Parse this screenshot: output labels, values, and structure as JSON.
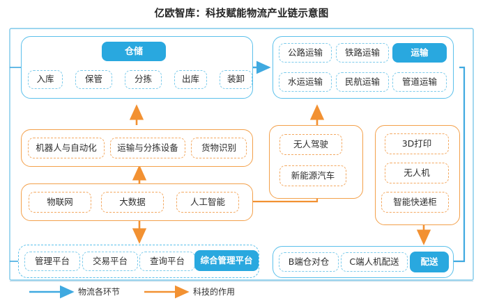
{
  "title": "亿欧智库：科技赋能物流产业链示意图",
  "colors": {
    "blue_accent": "#29A8DF",
    "blue_line": "#3FA9E0",
    "blue_border": "#5BC0EB",
    "orange": "#F29132",
    "orange_border": "#F3A04A",
    "text": "#2c2c2c"
  },
  "warehouse": {
    "header": "仓储",
    "steps": [
      "入库",
      "保管",
      "分拣",
      "出库",
      "装卸"
    ]
  },
  "transport": {
    "header": "运输",
    "modes_row1": [
      "公路运输",
      "铁路运输"
    ],
    "modes_row2": [
      "水运运输",
      "民航运输",
      "管道运输"
    ]
  },
  "tech_warehouse": {
    "items": [
      "机器人与自动化",
      "运输与分拣设备",
      "货物识别"
    ]
  },
  "tech_transport": {
    "items": [
      "无人驾驶",
      "新能源汽车"
    ]
  },
  "tech_delivery": {
    "items": [
      "3D打印",
      "无人机",
      "智能快递柜"
    ]
  },
  "tech_foundation": {
    "items": [
      "物联网",
      "大数据",
      "人工智能"
    ]
  },
  "platforms": {
    "header": "综合管理平台",
    "items": [
      "管理平台",
      "交易平台",
      "查询平台"
    ]
  },
  "delivery": {
    "header": "配送",
    "items": [
      "B端仓对仓",
      "C端人机配送"
    ]
  },
  "legend": {
    "items": [
      {
        "label": "物流各环节",
        "color": "#3FA9E0",
        "icon": "arrow-right-icon"
      },
      {
        "label": "科技的作用",
        "color": "#F29132",
        "icon": "arrow-right-icon"
      }
    ]
  }
}
